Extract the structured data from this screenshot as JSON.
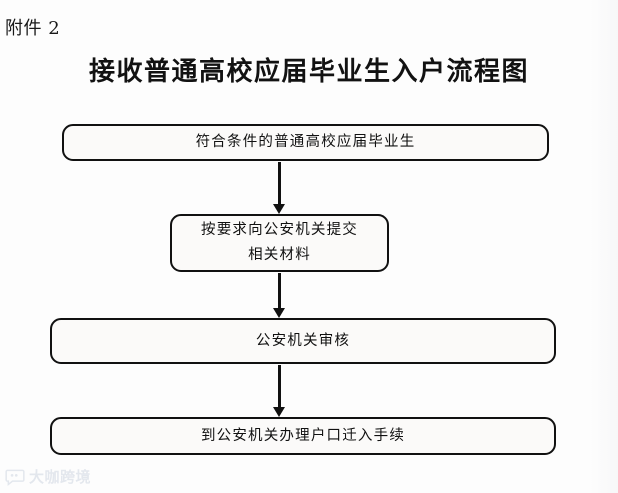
{
  "document": {
    "attachment_label": "附件 2",
    "title": "接收普通高校应届毕业生入户流程图",
    "background_color": "#fdfdfd",
    "text_color": "#111111"
  },
  "flowchart": {
    "type": "flowchart",
    "orientation": "vertical",
    "node_fill": "#fbfaf9",
    "node_border_color": "#111111",
    "nodes": [
      {
        "id": "node-1",
        "label": "符合条件的普通高校应届毕业生",
        "shape": "rounded-rectangle"
      },
      {
        "id": "node-2",
        "label": "按要求向公安机关提交\n相关材料",
        "shape": "rounded-rectangle"
      },
      {
        "id": "node-3",
        "label": "公安机关审核",
        "shape": "rounded-rectangle"
      },
      {
        "id": "node-4",
        "label": "到公安机关办理户口迁入手续",
        "shape": "rounded-rectangle"
      }
    ],
    "connectors": [
      {
        "id": "arrow-1",
        "from": "node-1",
        "to": "node-2",
        "style": "solid-down-arrow"
      },
      {
        "id": "arrow-2",
        "from": "node-2",
        "to": "node-3",
        "style": "solid-down-arrow"
      },
      {
        "id": "arrow-3",
        "from": "node-3",
        "to": "node-4",
        "style": "solid-down-arrow"
      }
    ]
  },
  "watermark": {
    "text": "大咖跨境",
    "icon": "speech-bubble-logo-icon",
    "color": "#3a5a8c"
  }
}
